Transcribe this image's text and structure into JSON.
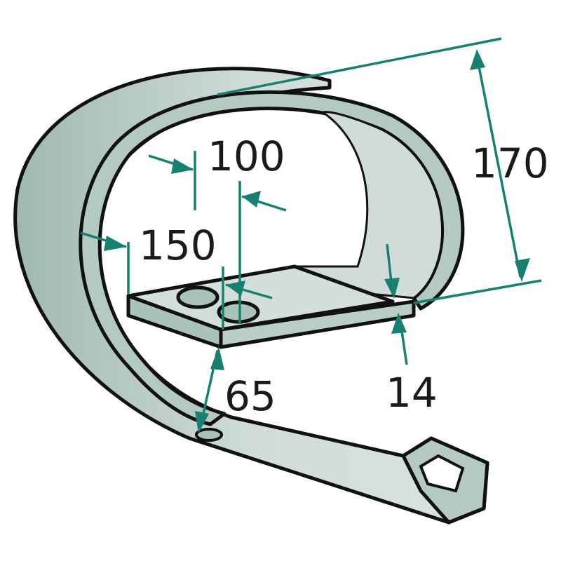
{
  "dimensions": {
    "d170": "170",
    "d100": "100",
    "d150": "150",
    "d65": "65",
    "d14": "14"
  },
  "colors": {
    "accent": "#17806f",
    "metal_light": "#cfdcd7",
    "metal_mid": "#b3c9c1",
    "metal_dark": "#9fb9b0",
    "outline": "#111111"
  }
}
